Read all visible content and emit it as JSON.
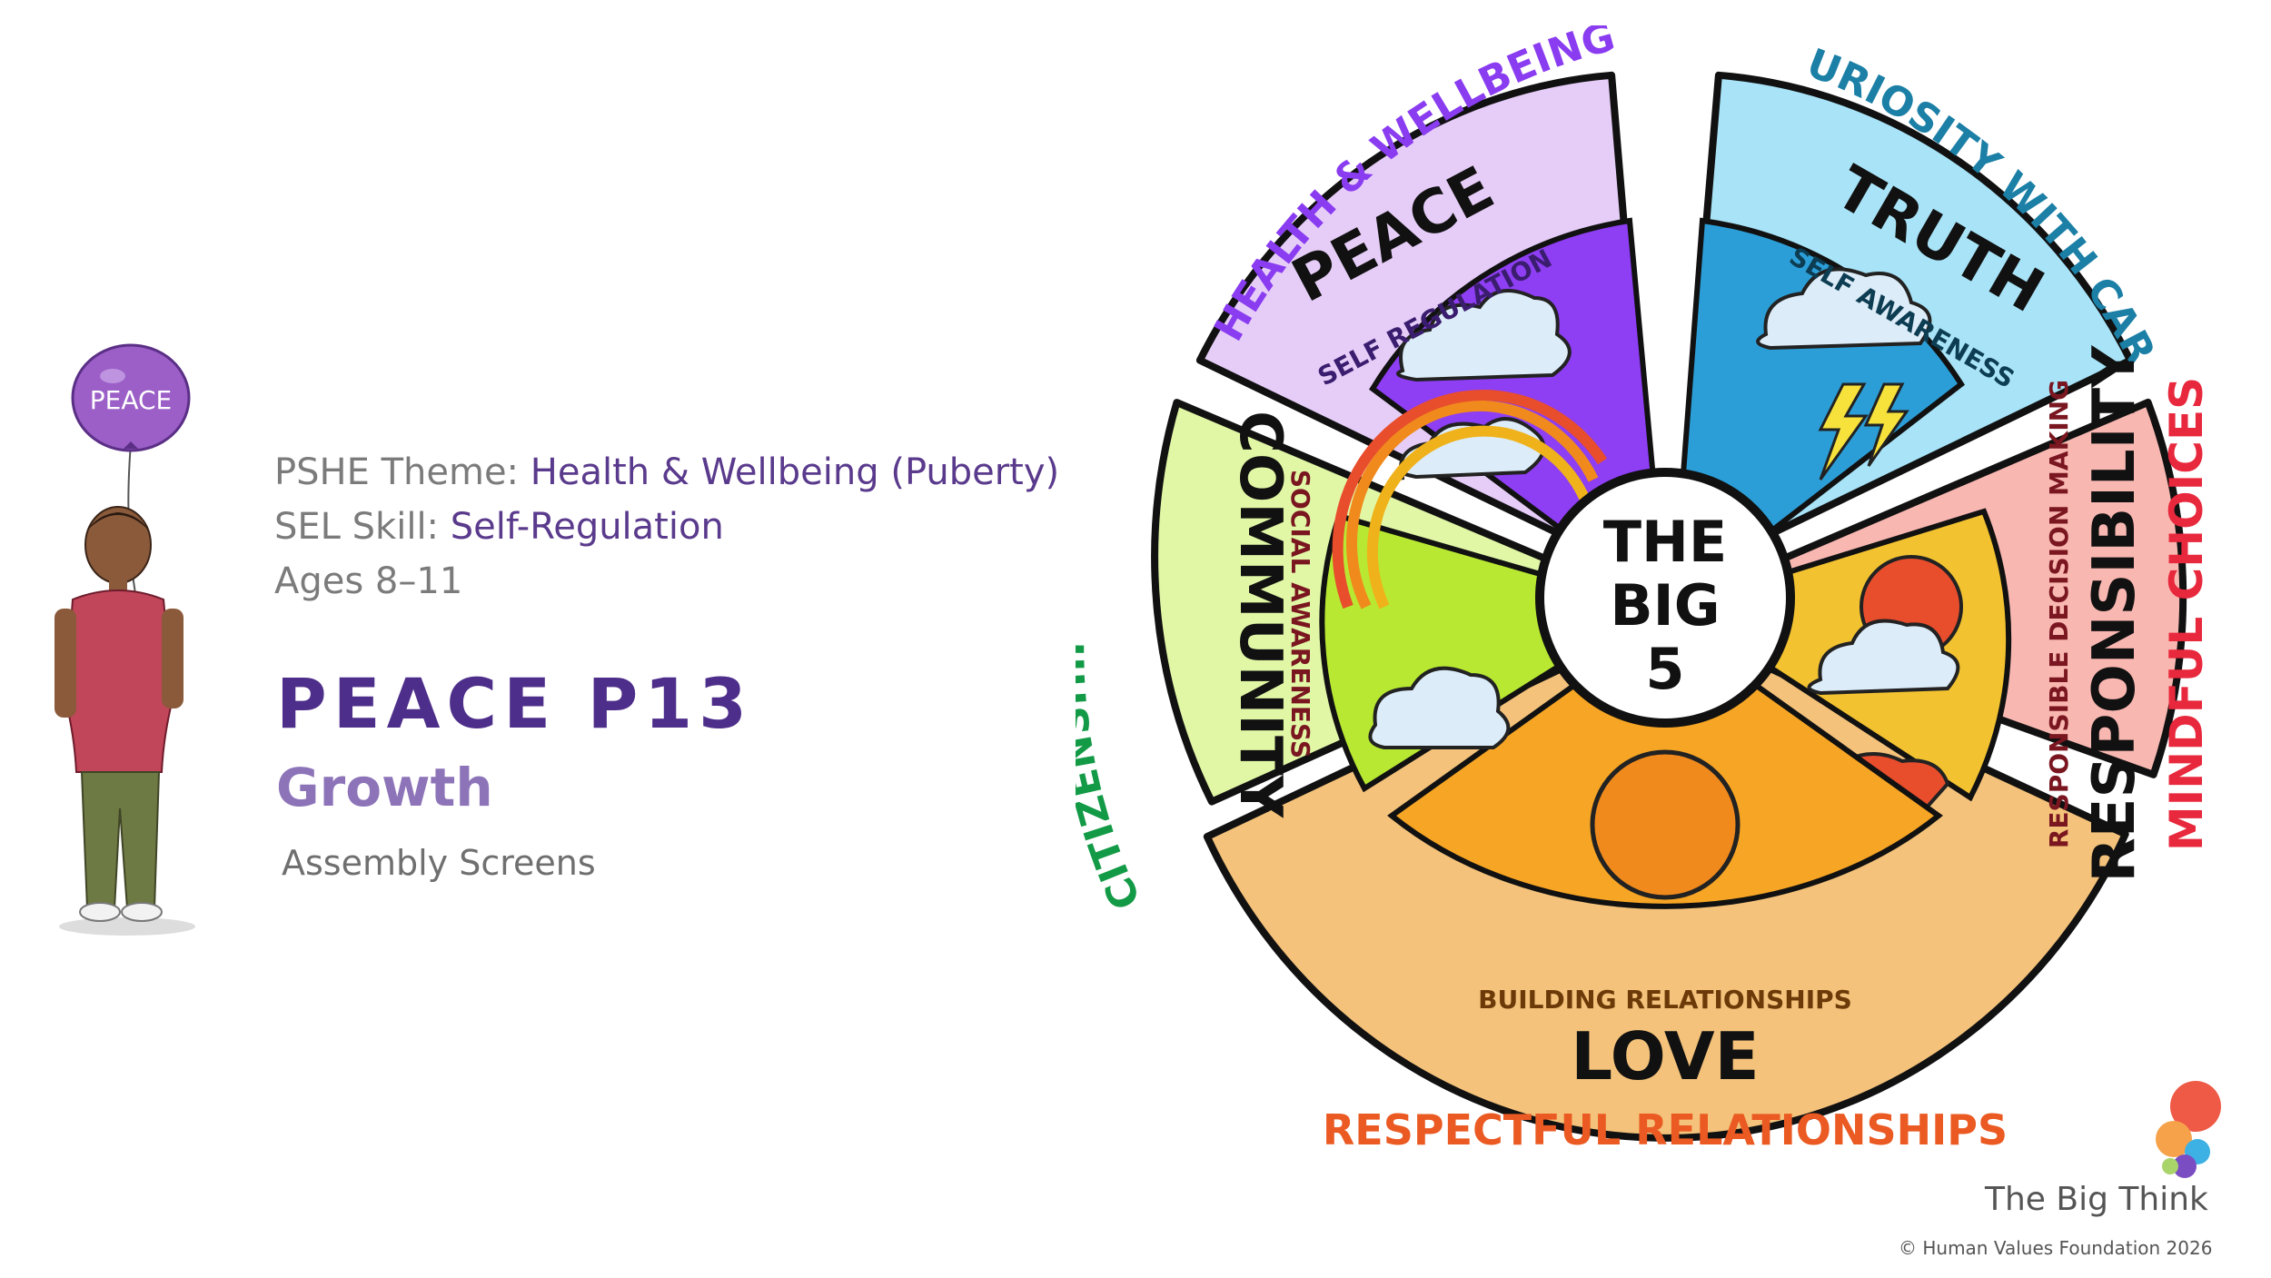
{
  "left_panel": {
    "pshe_label": "PSHE Theme:",
    "pshe_value": "Health & Wellbeing (Puberty)",
    "sel_label": "SEL Skill:",
    "sel_value": "Self-Regulation",
    "ages": "Ages 8–11",
    "title": "PEACE P13",
    "subtitle": "Growth",
    "screens_label": "Assembly Screens",
    "balloon_text": "PEACE"
  },
  "wheel": {
    "center_lines": [
      "THE",
      "BIG",
      "5"
    ],
    "segments": [
      {
        "value": "PEACE",
        "outer": "HEALTH & WELLBEING",
        "skill": "SELF REGULATION",
        "color": "#e6cdf8",
        "outer_color": "#8a3cf0",
        "scene": "clouds"
      },
      {
        "value": "TRUTH",
        "outer": "CURIOSITY WITH CARE",
        "skill": "SELF AWARENESS",
        "color": "#a8e3f7",
        "outer_color": "#1b7fa6",
        "scene": "storm"
      },
      {
        "value": "RESPONSIBILITY",
        "outer": "MINDFUL CHOICES",
        "skill": "RESPONSIBLE DECISION MAKING",
        "color": "#f9b7b1",
        "outer_color": "#e8283c",
        "scene": "sun-and-rain"
      },
      {
        "value": "LOVE",
        "outer": "RESPECTFUL RELATIONSHIPS",
        "skill": "BUILDING RELATIONSHIPS",
        "color": "#f4c27a",
        "outer_color": "#ea5a22",
        "scene": "sun"
      },
      {
        "value": "COMMUNITY",
        "outer": "CITIZENSHIP",
        "skill": "SOCIAL AWARENESS",
        "color": "#e1f7a6",
        "outer_color": "#139a46",
        "scene": "rainbow"
      }
    ]
  },
  "footer": {
    "brand": "The Big Think",
    "copyright": "© Human Values Foundation 2026"
  },
  "colors": {
    "title": "#4d2e8a",
    "subtitle": "#8d74b8",
    "value_text": "#5a3a8c",
    "label_text": "#7b7b7b"
  }
}
